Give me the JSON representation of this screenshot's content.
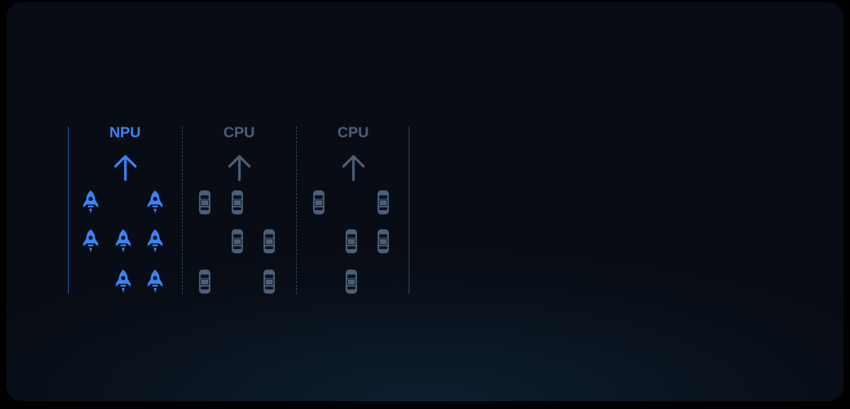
{
  "colors": {
    "npu": "#3b82f6",
    "cpu": "#4b5f78",
    "divider": "#3a4c63",
    "lane_border": "#2f5f9e"
  },
  "icons": {
    "npu": "rocket-icon",
    "cpu": "car-icon",
    "arrow": "arrow-up-icon"
  },
  "lanes": [
    {
      "label": "NPU",
      "kind": "npu",
      "cells": [
        [
          1,
          0,
          1
        ],
        [
          1,
          1,
          1
        ],
        [
          0,
          1,
          1
        ]
      ]
    },
    {
      "label": "CPU",
      "kind": "cpu",
      "cells": [
        [
          1,
          1,
          0
        ],
        [
          0,
          1,
          1
        ],
        [
          1,
          0,
          1
        ]
      ]
    },
    {
      "label": "CPU",
      "kind": "cpu",
      "cells": [
        [
          1,
          0,
          1
        ],
        [
          0,
          1,
          1
        ],
        [
          0,
          1,
          0
        ]
      ]
    }
  ]
}
